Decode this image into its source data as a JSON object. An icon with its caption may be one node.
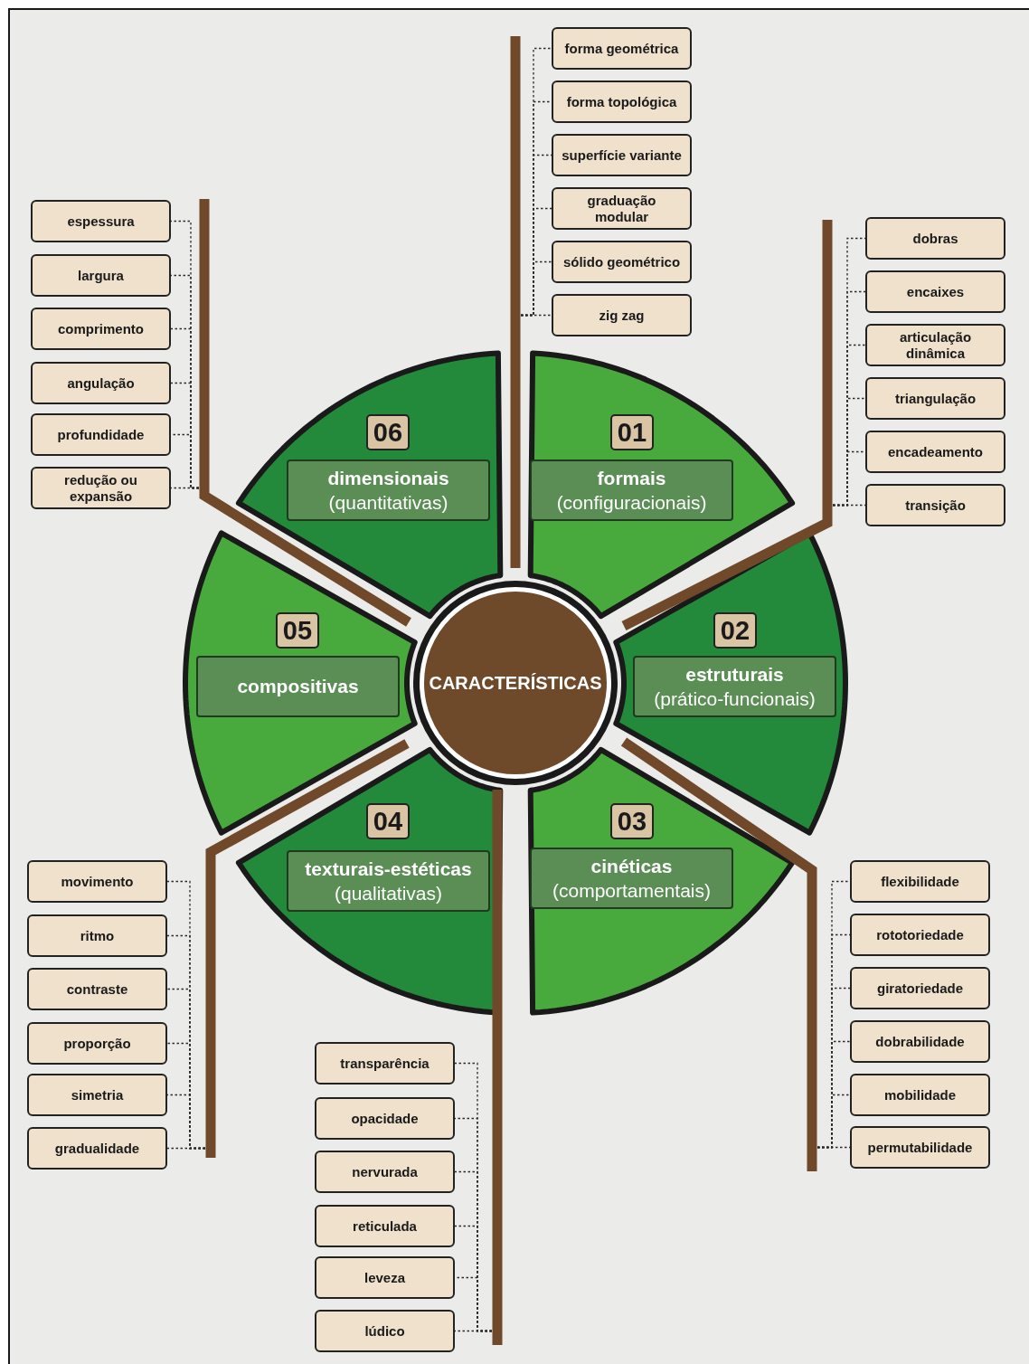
{
  "diagram": {
    "nodes": [
      {
        "text": [
          "CARACTERÍSTICAS"
        ]
      },
      {
        "text": [],
        "shape": "sector"
      },
      {
        "text": [
          "01"
        ],
        "in": 1
      },
      {
        "text": [
          "formais",
          "(configuracionais)"
        ],
        "in": 1
      },
      {
        "text": [],
        "shape": "bar"
      },
      {
        "text": [
          "forma geométrica"
        ]
      },
      {
        "text": [
          "forma topológica"
        ]
      },
      {
        "text": [
          "superfície variante"
        ]
      },
      {
        "text": [
          "graduação modular"
        ]
      },
      {
        "text": [
          "sólido geométrico"
        ]
      },
      {
        "text": [
          "zig zag"
        ]
      },
      {
        "text": [],
        "shape": "sector"
      },
      {
        "text": [
          "02"
        ],
        "in": 11
      },
      {
        "text": [
          "estruturais",
          "(prático-funcionais)"
        ],
        "in": 11
      },
      {
        "text": [],
        "shape": "bar"
      },
      {
        "text": [
          "dobras"
        ]
      },
      {
        "text": [
          "encaixes"
        ]
      },
      {
        "text": [
          "articulação dinâmica"
        ]
      },
      {
        "text": [
          "triangulação"
        ]
      },
      {
        "text": [
          "encadeamento"
        ]
      },
      {
        "text": [
          "transição"
        ]
      },
      {
        "text": [],
        "shape": "sector"
      },
      {
        "text": [
          "03"
        ],
        "in": 21
      },
      {
        "text": [
          "cinéticas",
          "(comportamentais)"
        ],
        "in": 21
      },
      {
        "text": [],
        "shape": "bar"
      },
      {
        "text": [
          "flexibilidade"
        ]
      },
      {
        "text": [
          "rototoriedade"
        ]
      },
      {
        "text": [
          "giratoriedade"
        ]
      },
      {
        "text": [
          "dobrabilidade"
        ]
      },
      {
        "text": [
          "mobilidade"
        ]
      },
      {
        "text": [
          "permutabilidade"
        ]
      },
      {
        "text": [],
        "shape": "sector"
      },
      {
        "text": [
          "04"
        ]
      },
      {
        "text": [
          "texturais-estéticas",
          "(qualitativas)"
        ],
        "in": 31
      },
      {
        "text": [],
        "shape": "bar"
      },
      {
        "text": [
          "transparência"
        ]
      },
      {
        "text": [
          "opacidade"
        ]
      },
      {
        "text": [
          "nervurada"
        ]
      },
      {
        "text": [
          "reticulada"
        ]
      },
      {
        "text": [
          "leveza"
        ]
      },
      {
        "text": [
          "lúdico"
        ]
      },
      {
        "text": [],
        "shape": "sector"
      },
      {
        "text": [
          "05"
        ],
        "in": 41
      },
      {
        "text": [
          "compositivas"
        ],
        "in": 41
      },
      {
        "text": [],
        "shape": "bar"
      },
      {
        "text": [
          "movimento"
        ]
      },
      {
        "text": [
          "ritmo"
        ]
      },
      {
        "text": [
          "contraste"
        ]
      },
      {
        "text": [
          "proporção"
        ]
      },
      {
        "text": [
          "simetria"
        ]
      },
      {
        "text": [
          "gradualidade"
        ]
      },
      {
        "text": [],
        "shape": "sector"
      },
      {
        "text": [
          "06"
        ]
      },
      {
        "text": [
          "dimensionais",
          "(quantitativas)"
        ],
        "in": 51
      },
      {
        "text": [],
        "shape": "bar"
      },
      {
        "text": [
          "espessura"
        ]
      },
      {
        "text": [
          "largura"
        ]
      },
      {
        "text": [
          "comprimento"
        ]
      },
      {
        "text": [
          "angulação"
        ]
      },
      {
        "text": [
          "profundidade"
        ]
      },
      {
        "text": [
          "redução ou expansão"
        ]
      }
    ],
    "edges": [
      {
        "from": 4,
        "to": 5,
        "arrow": "none",
        "style": "dashed"
      },
      {
        "from": 4,
        "to": 6,
        "arrow": "none",
        "style": "dashed"
      },
      {
        "from": 4,
        "to": 7,
        "arrow": "none",
        "style": "dashed"
      },
      {
        "from": 4,
        "to": 8,
        "arrow": "none",
        "style": "dashed"
      },
      {
        "from": 4,
        "to": 9,
        "arrow": "none",
        "style": "dashed"
      },
      {
        "from": 4,
        "to": 10,
        "arrow": "none",
        "style": "dashed"
      },
      {
        "from": 14,
        "to": 15,
        "arrow": "none",
        "style": "dashed"
      },
      {
        "from": 14,
        "to": 16,
        "arrow": "none",
        "style": "dashed"
      },
      {
        "from": 14,
        "to": 17,
        "arrow": "none",
        "style": "dashed"
      },
      {
        "from": 14,
        "to": 18,
        "arrow": "none",
        "style": "dashed"
      },
      {
        "from": 14,
        "to": 19,
        "arrow": "none",
        "style": "dashed"
      },
      {
        "from": 14,
        "to": 20,
        "arrow": "none",
        "style": "dashed"
      },
      {
        "from": 24,
        "to": 25,
        "arrow": "none",
        "style": "dashed"
      },
      {
        "from": 24,
        "to": 26,
        "arrow": "none",
        "style": "dashed"
      },
      {
        "from": 24,
        "to": 27,
        "arrow": "none",
        "style": "dashed"
      },
      {
        "from": 24,
        "to": 28,
        "arrow": "none",
        "style": "dashed"
      },
      {
        "from": 24,
        "to": 29,
        "arrow": "none",
        "style": "dashed"
      },
      {
        "from": 24,
        "to": 30,
        "arrow": "none",
        "style": "dashed"
      },
      {
        "from": 34,
        "to": 35,
        "arrow": "none",
        "style": "dashed"
      },
      {
        "from": 34,
        "to": 36,
        "arrow": "none",
        "style": "dashed"
      },
      {
        "from": 34,
        "to": 37,
        "arrow": "none",
        "style": "dashed"
      },
      {
        "from": 34,
        "to": 38,
        "arrow": "none",
        "style": "dashed"
      },
      {
        "from": 34,
        "to": 39,
        "arrow": "none",
        "style": "dashed"
      },
      {
        "from": 34,
        "to": 40,
        "arrow": "none",
        "style": "dashed"
      },
      {
        "from": 44,
        "to": 45,
        "arrow": "none",
        "style": "dashed"
      },
      {
        "from": 44,
        "to": 46,
        "arrow": "none",
        "style": "dashed"
      },
      {
        "from": 44,
        "to": 47,
        "arrow": "none",
        "style": "dashed"
      },
      {
        "from": 44,
        "to": 48,
        "arrow": "none",
        "style": "dashed"
      },
      {
        "from": 44,
        "to": 49,
        "arrow": "none",
        "style": "dashed"
      },
      {
        "from": 44,
        "to": 50,
        "arrow": "none",
        "style": "dashed"
      },
      {
        "from": 54,
        "to": 55,
        "arrow": "none",
        "style": "dashed"
      },
      {
        "from": 54,
        "to": 56,
        "arrow": "none",
        "style": "dashed"
      },
      {
        "from": 54,
        "to": 57,
        "arrow": "none",
        "style": "dashed"
      },
      {
        "from": 54,
        "to": 58,
        "arrow": "none",
        "style": "dashed"
      },
      {
        "from": 54,
        "to": 59,
        "arrow": "none",
        "style": "dashed"
      },
      {
        "from": 54,
        "to": 60,
        "arrow": "none",
        "style": "dashed"
      }
    ]
  }
}
